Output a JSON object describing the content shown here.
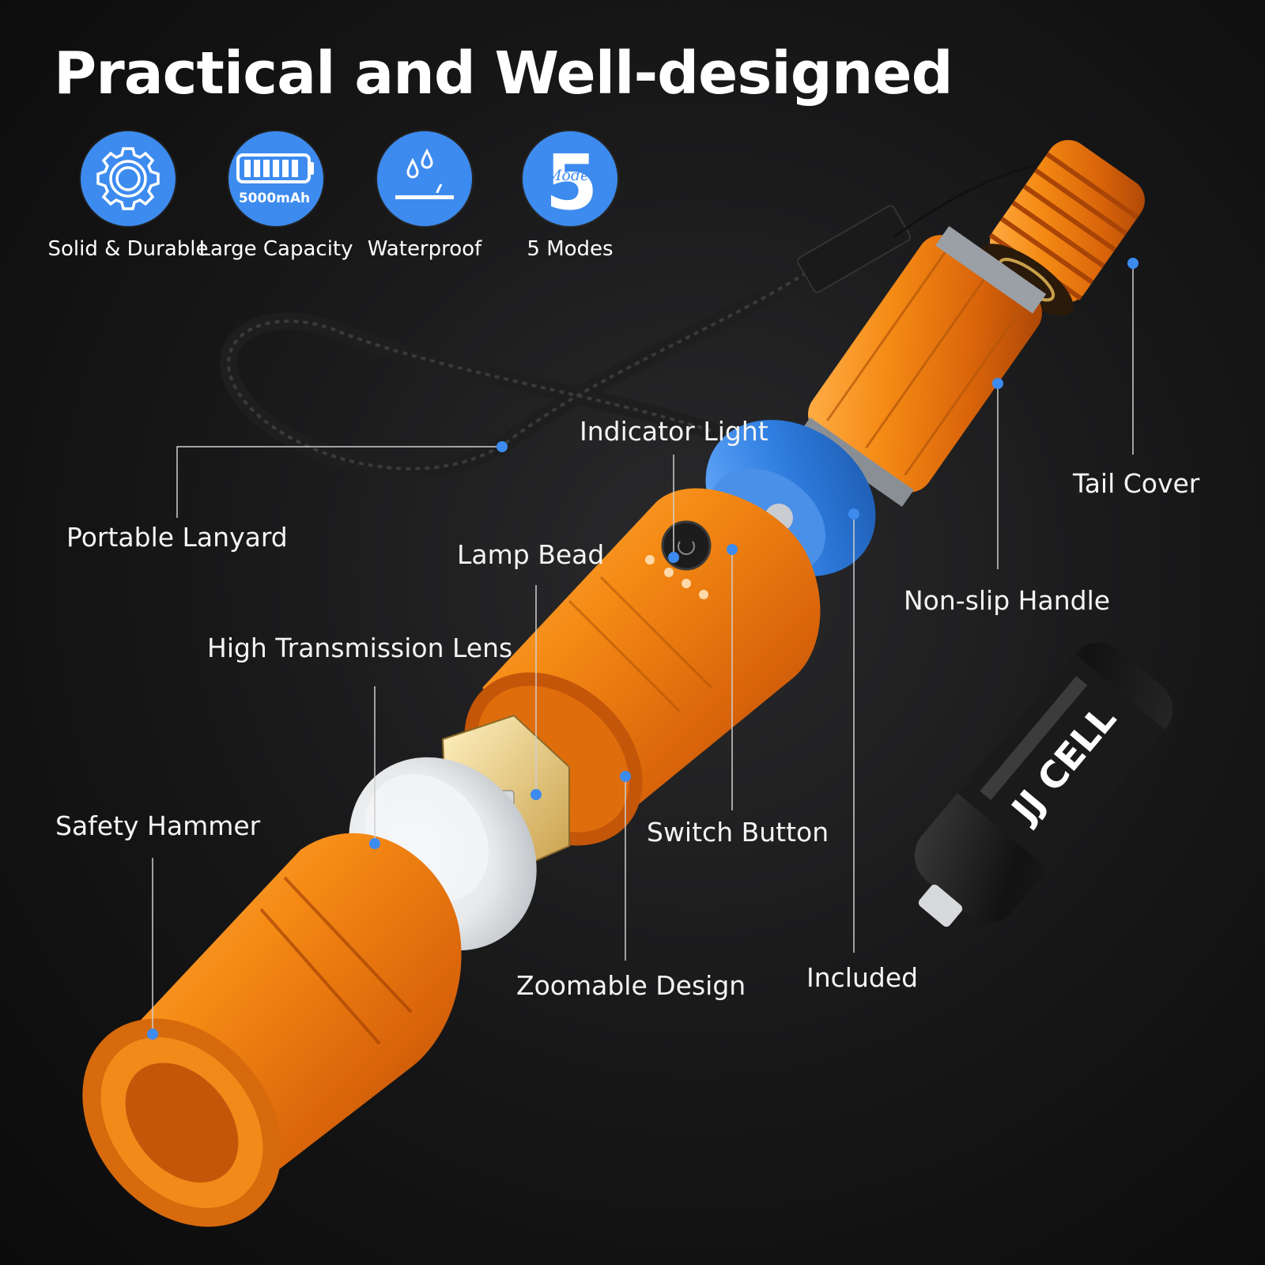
{
  "headline": "Practical and Well-designed",
  "features": [
    {
      "icon": "gear-icon",
      "label": "Solid & Durable"
    },
    {
      "icon": "battery-icon",
      "label": "Large Capacity",
      "battery_text": "5000mAh"
    },
    {
      "icon": "water-drops-icon",
      "label": "Waterproof"
    },
    {
      "icon": "five-modes-icon",
      "label": "5 Modes",
      "number": "5",
      "modes_text": "Modes"
    }
  ],
  "callouts": {
    "portable_lanyard": "Portable Lanyard",
    "indicator_light": "Indicator Light",
    "tail_cover": "Tail Cover",
    "lamp_bead": "Lamp Bead",
    "non_slip_handle": "Non-slip Handle",
    "high_transmission_lens": "High Transmission Lens",
    "safety_hammer": "Safety Hammer",
    "switch_button": "Switch Button",
    "zoomable_design": "Zoomable Design",
    "included": "Included"
  },
  "battery_brand": "JJ CELL",
  "colors": {
    "accent_blue": "#3d8bef",
    "body_orange": "#f07a10",
    "background": "#161617"
  }
}
